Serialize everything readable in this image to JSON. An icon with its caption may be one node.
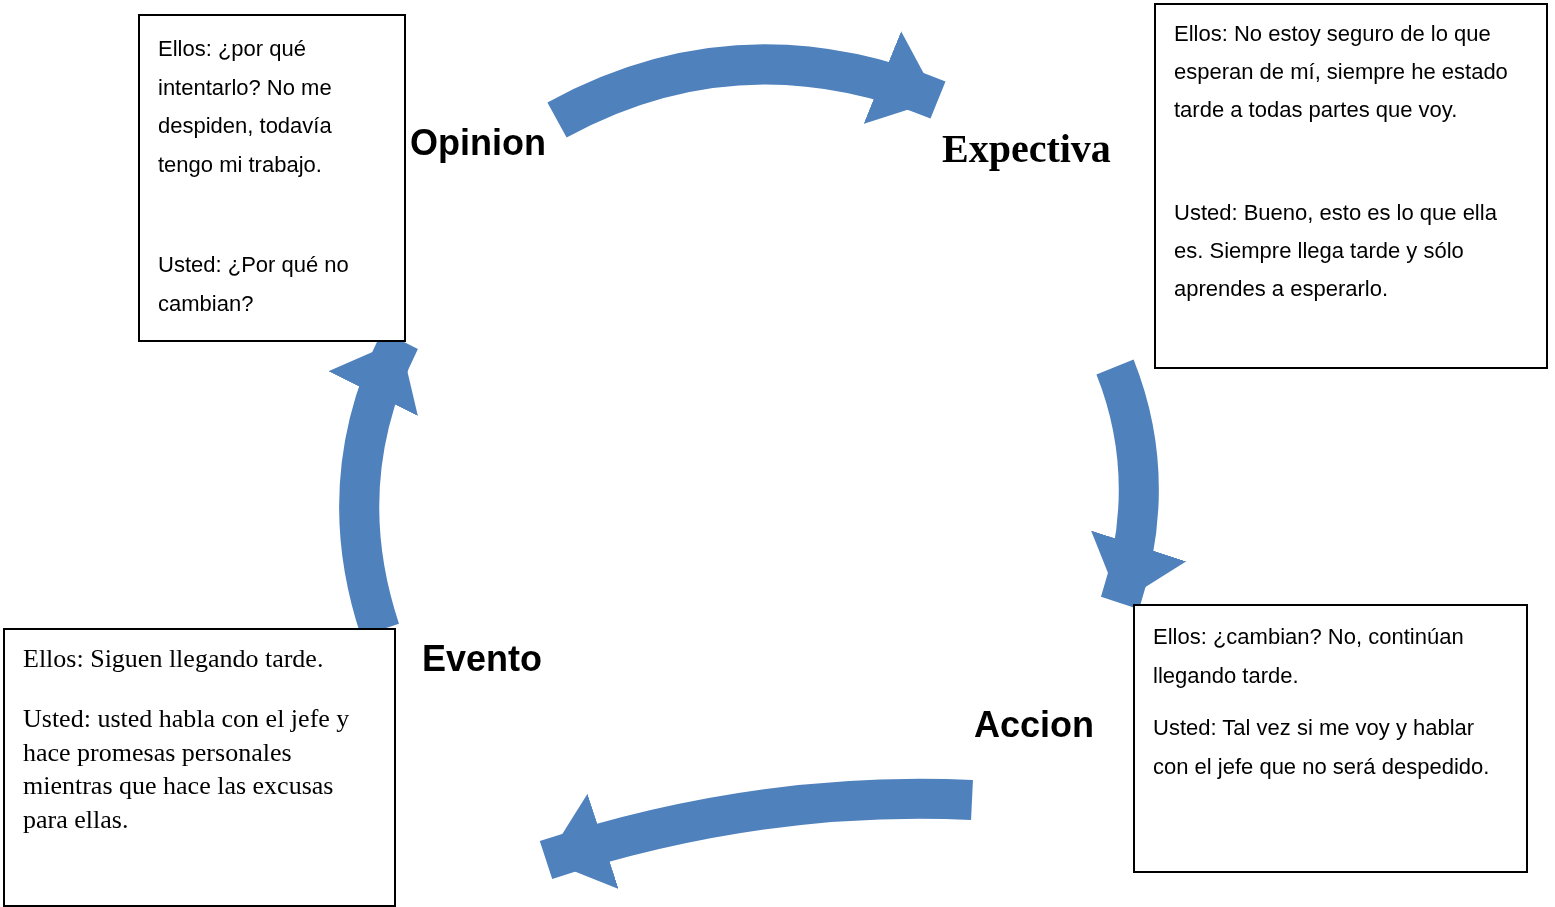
{
  "diagram": {
    "nodes": [
      {
        "text": [
          "Ellos: ¿por qué intentarlo? No me despiden, todavía tengo mi trabajo.",
          "Usted: ¿Por qué no cambian?"
        ],
        "beside": [
          "Opinion"
        ]
      },
      {
        "text": [
          "Ellos: No estoy seguro de lo que esperan de mí, siempre he estado tarde a todas partes que voy.",
          "Usted: Bueno, esto es lo que ella es. Siempre llega tarde y sólo aprendes a esperarlo."
        ],
        "beside": [
          "Expectiva"
        ]
      },
      {
        "text": [
          "Ellos: ¿cambian? No, continúan llegando tarde.",
          "Usted: Tal vez si me voy y hablar con el jefe que no será despedido."
        ],
        "beside": [
          "Accion"
        ]
      },
      {
        "text": [
          "Ellos: Siguen llegando tarde.",
          "Usted: usted habla con el jefe y hace promesas personales mientras que hace las excusas para ellas."
        ],
        "beside": [
          "Evento"
        ]
      }
    ],
    "edges": [
      {
        "from": 0,
        "to": 1,
        "arrow": "to"
      },
      {
        "from": 1,
        "to": 2,
        "arrow": "to"
      },
      {
        "from": 2,
        "to": 3,
        "arrow": "to"
      },
      {
        "from": 3,
        "to": 0,
        "arrow": "to"
      }
    ]
  }
}
